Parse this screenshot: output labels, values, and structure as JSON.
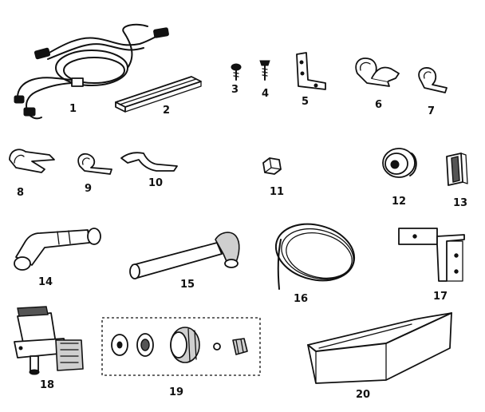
{
  "diagram": {
    "parts": [
      {
        "number": "1",
        "name": "wiring-harness"
      },
      {
        "number": "2",
        "name": "channel-strip"
      },
      {
        "number": "3",
        "name": "screw"
      },
      {
        "number": "4",
        "name": "screw"
      },
      {
        "number": "5",
        "name": "bracket"
      },
      {
        "number": "6",
        "name": "clamp"
      },
      {
        "number": "7",
        "name": "clamp"
      },
      {
        "number": "8",
        "name": "clip"
      },
      {
        "number": "9",
        "name": "clamp"
      },
      {
        "number": "10",
        "name": "clip"
      },
      {
        "number": "11",
        "name": "nut"
      },
      {
        "number": "12",
        "name": "grommet"
      },
      {
        "number": "13",
        "name": "pad"
      },
      {
        "number": "14",
        "name": "elbow-tube"
      },
      {
        "number": "15",
        "name": "fill-tube"
      },
      {
        "number": "16",
        "name": "water-tubing"
      },
      {
        "number": "17",
        "name": "mounting-bracket"
      },
      {
        "number": "18",
        "name": "water-valve"
      },
      {
        "number": "19",
        "name": "compression-fitting-kit"
      },
      {
        "number": "20",
        "name": "ice-bin"
      }
    ]
  }
}
